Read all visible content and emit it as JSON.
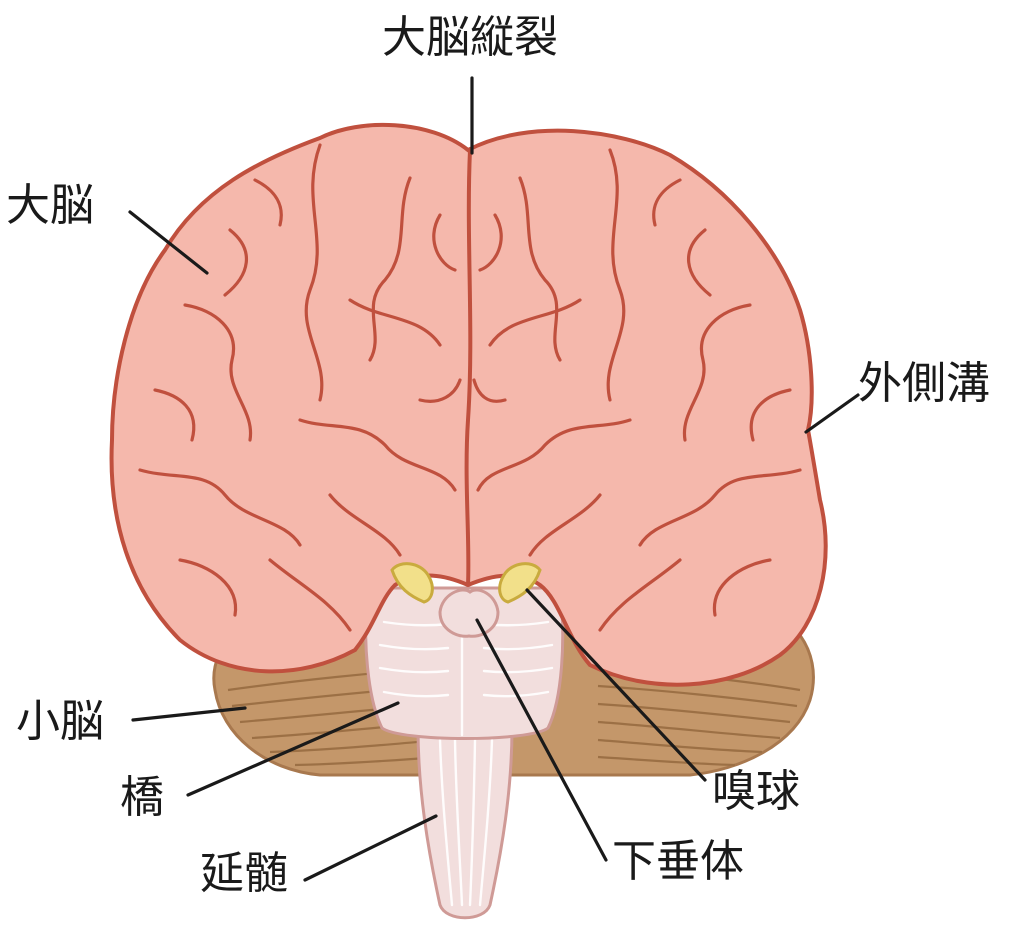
{
  "labels": {
    "longitudinal_fissure": "大脳縦裂",
    "cerebrum": "大脳",
    "lateral_sulcus": "外側溝",
    "cerebellum": "小脳",
    "pons": "橋",
    "medulla": "延髄",
    "olfactory_bulb": "嗅球",
    "pituitary": "下垂体"
  },
  "colors": {
    "cerebrum_fill": "#f5b8ac",
    "cerebrum_outline": "#c0503e",
    "cerebellum_fill": "#c4976a",
    "brainstem_fill": "#f2dedd",
    "olfactory_fill": "#f2e08a",
    "leader_line": "#1a1a1a"
  }
}
